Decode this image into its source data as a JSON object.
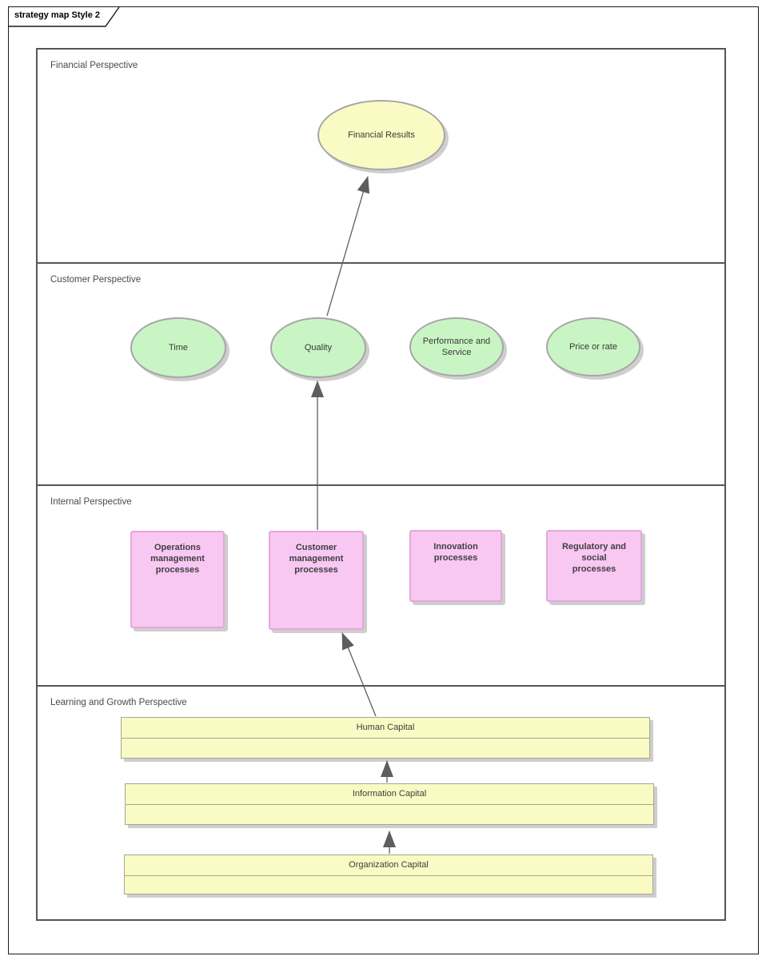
{
  "tab": {
    "title": "strategy map Style 2"
  },
  "lanes": [
    {
      "label": "Financial Perspective"
    },
    {
      "label": "Customer Perspective"
    },
    {
      "label": "Internal Perspective"
    },
    {
      "label": "Learning and Growth Perspective"
    }
  ],
  "nodes": {
    "financial_results": {
      "label": "Financial Results",
      "shape": "ellipse",
      "color": "#fafac4"
    },
    "time": {
      "label": "Time",
      "shape": "ellipse",
      "color": "#c9f5c4"
    },
    "quality": {
      "label": "Quality",
      "shape": "ellipse",
      "color": "#c9f5c4"
    },
    "performance_and_service": {
      "label": "Performance and\nService",
      "shape": "ellipse",
      "color": "#c9f5c4"
    },
    "price_or_rate": {
      "label": "Price or rate",
      "shape": "ellipse",
      "color": "#c9f5c4"
    },
    "operations_management": {
      "label": "Operations\nmanagement\nprocesses",
      "shape": "rectangle",
      "color": "#f8c7f2"
    },
    "customer_management": {
      "label": "Customer\nmanagement\nprocesses",
      "shape": "rectangle",
      "color": "#f8c7f2"
    },
    "innovation": {
      "label": "Innovation processes",
      "shape": "rectangle",
      "color": "#f8c7f2"
    },
    "regulatory_and_social": {
      "label": "Regulatory and social\nprocesses",
      "shape": "rectangle",
      "color": "#f8c7f2"
    },
    "human_capital": {
      "label": "Human Capital",
      "shape": "bar",
      "color": "#fafac4"
    },
    "information_capital": {
      "label": "Information Capital",
      "shape": "bar",
      "color": "#fafac4"
    },
    "organization_capital": {
      "label": "Organization Capital",
      "shape": "bar",
      "color": "#fafac4"
    }
  },
  "connectors": [
    {
      "from": "Organization Capital",
      "to": "Information Capital"
    },
    {
      "from": "Information Capital",
      "to": "Human Capital"
    },
    {
      "from": "Human Capital",
      "to": "Customer management processes"
    },
    {
      "from": "Customer management processes",
      "to": "Quality"
    },
    {
      "from": "Quality",
      "to": "Financial Results"
    }
  ],
  "colors": {
    "frame_border": "#1a1a1a",
    "lane_border": "#565656",
    "ellipse_border": "#a6a6a6",
    "process_border": "#e2a8dd",
    "bar_border": "#a6a694",
    "arrow": "#5e5e5e",
    "shadow": "#a5a5a5"
  }
}
